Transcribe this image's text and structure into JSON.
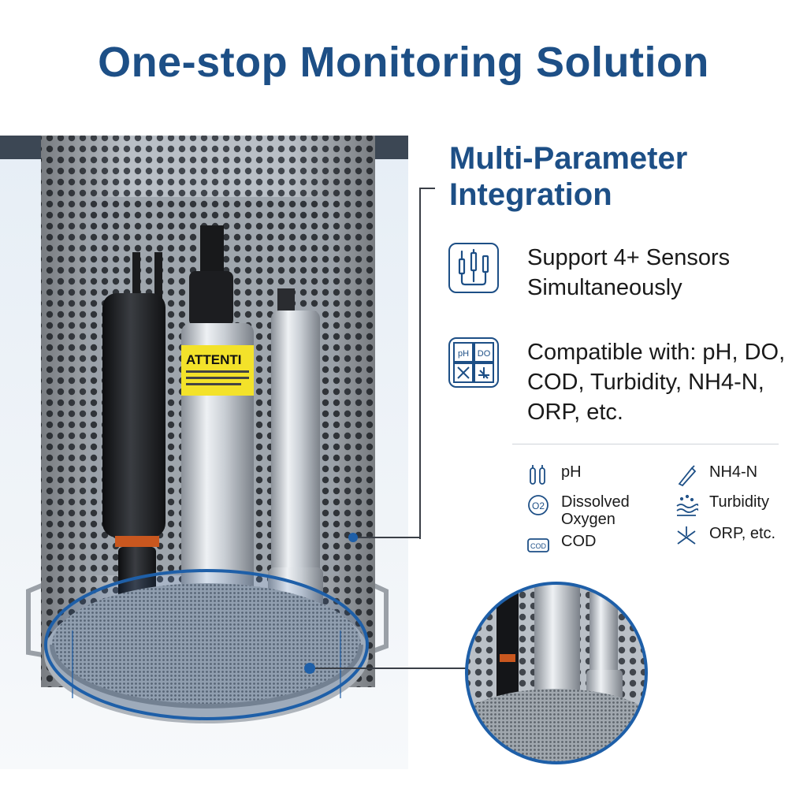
{
  "header": {
    "title": "One-stop Monitoring Solution"
  },
  "section": {
    "heading": "Multi-Parameter Integration"
  },
  "photo": {
    "label_text": "ATTENTI"
  },
  "features": [
    {
      "text": "Support 4+ Sensors Simultaneously",
      "icon": "sensors-icon"
    },
    {
      "text": "Compatible with: pH, DO, COD, Turbidity, NH4-N, ORP, etc.",
      "icon": "parameter-grid-icon",
      "icon_labels": [
        "pH",
        "DO"
      ]
    }
  ],
  "parameters": [
    {
      "label": "pH",
      "icon": "ph-probe-icon"
    },
    {
      "label": "Dissolved Oxygen",
      "icon": "dissolved-oxygen-icon",
      "icon_label": "O2"
    },
    {
      "label": "COD",
      "icon": "cod-icon",
      "icon_label": "COD"
    },
    {
      "label": "NH4-N",
      "icon": "nh4n-probe-icon"
    },
    {
      "label": "Turbidity",
      "icon": "turbidity-icon"
    },
    {
      "label": "ORP, etc.",
      "icon": "orp-icon"
    }
  ],
  "colors": {
    "brand": "#1d4f86",
    "accent": "#1e5fa8",
    "text": "#1a1a1a",
    "line": "#3a3f47"
  }
}
